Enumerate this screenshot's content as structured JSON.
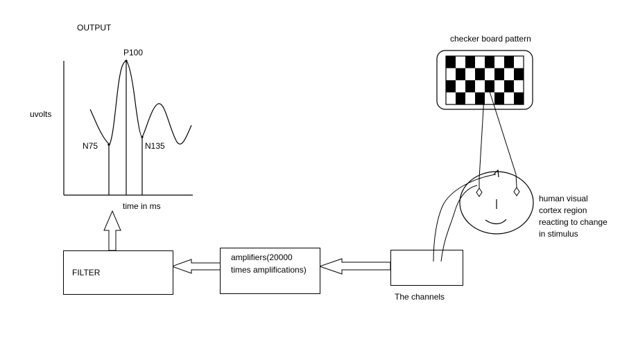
{
  "graph": {
    "title": "OUTPUT",
    "y_label": "uvolts",
    "x_label": "time in ms",
    "peaks": {
      "p100": "P100",
      "n75": "N75",
      "n135": "N135"
    }
  },
  "blocks": {
    "filter": "FILTER",
    "amplifiers_line1": "amplifiers(20000",
    "amplifiers_line2": "times amplifications)",
    "channels": "The channels"
  },
  "stimulus": {
    "label": "checker board pattern",
    "rows": 4,
    "cols": 8
  },
  "head": {
    "label_lines": [
      "human visual",
      "cortex region",
      "reacting to change",
      "in stimulus"
    ]
  }
}
